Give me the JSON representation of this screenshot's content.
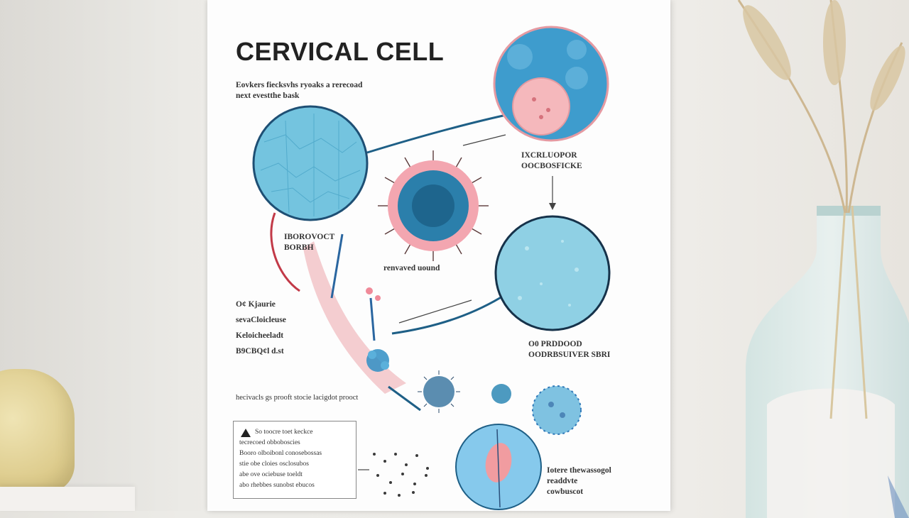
{
  "poster": {
    "title": "CERVICAL CELL",
    "intro": "Eovkers fiecksvhs ryoaks a rerecoad\nnext evestthe bask",
    "label_top_right": "IXCRLUOPOR\nOOCBOSFICKE",
    "label_left_mid": "IBOROVOCT\nBORBH",
    "label_center": "renvaved uound",
    "label_left_low": "O¢ Kjaurie\nsevaCloicleuse\nKeloicheeladt\nB9CBQ¢l d.st",
    "label_right_mid": "O0 PRDDOOD\nOODRBSUIVER SBRI",
    "label_bottom_line": "hecivacls gs prooft stocie lacigdot prooct",
    "warning_box": "So toocre toet keckce\ntecrecoed obboboscies\nBooro olboibonl conosebossas\nstie obe cloies osclosubos\nabe ove ociebuse toeldt\nabo rhebbes sunobst ebucos",
    "label_bottom_right": "Iotere thewassogol\nreaddvte\ncowbuscot"
  },
  "colors": {
    "accent_blue": "#2f89c5",
    "deep_blue": "#1e5f86",
    "light_blue": "#8fd0e4",
    "pink": "#f2b6b9",
    "red_line": "#c23a48"
  }
}
